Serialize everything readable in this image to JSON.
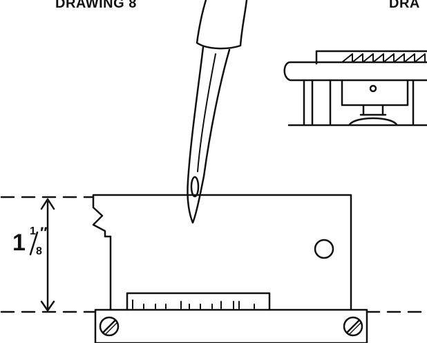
{
  "labels": {
    "left": "DRAWING 8",
    "right": "DRA"
  },
  "dimension": {
    "whole": "1",
    "numerator": "1",
    "denominator": "8",
    "unit_mark": "″"
  },
  "colors": {
    "ink": "#111111",
    "paper": "#ffffff"
  }
}
